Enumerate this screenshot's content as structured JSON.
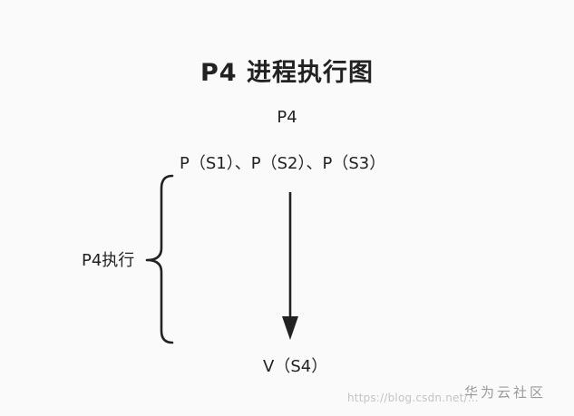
{
  "diagram": {
    "title": "P4 进程执行图",
    "process_label": "P4",
    "ops_sequence": "P（S1）、P（S2）、P（S3）",
    "final_op": "V（S4）",
    "brace_label": "P4执行"
  },
  "watermark": {
    "url": "https://blog.csdn.net/...",
    "logo": "华为云社区"
  },
  "colors": {
    "background": "#fafafa",
    "ink": "#222222"
  }
}
